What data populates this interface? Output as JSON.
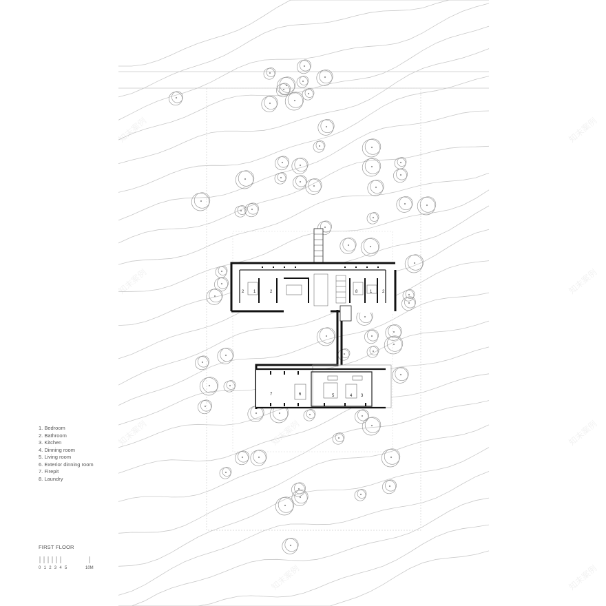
{
  "drawing": {
    "title": "FIRST FLOOR",
    "legend": [
      "1. Bedroom",
      "2. Bathroom",
      "3. Kitchen",
      "4. Dinning room",
      "5. Living room",
      "6. Exterior dinning room",
      "7. Firepit",
      "8. Laundry"
    ],
    "scale": {
      "ticks": "0 1 2 3 4 5",
      "end_label": "10M"
    },
    "watermark": "知末案例"
  }
}
